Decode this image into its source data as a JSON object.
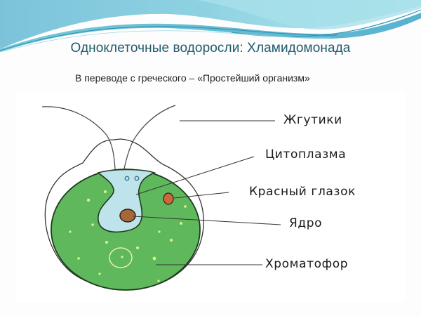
{
  "slide": {
    "title": "Одноклеточные водоросли: Хламидомонада",
    "subtitle": "В переводе с греческого – «Простейший организм»"
  },
  "diagram": {
    "subject": "Хламидомонада",
    "labels": [
      {
        "id": "flagella",
        "text": "Жгутики"
      },
      {
        "id": "cytoplasm",
        "text": "Цитоплазма"
      },
      {
        "id": "eyespot",
        "text": "Красный глазок"
      },
      {
        "id": "nucleus",
        "text": "Ядро"
      },
      {
        "id": "chromatophore",
        "text": "Хроматофор"
      }
    ]
  },
  "colors": {
    "title_text": "#1f5a6b",
    "wave_light": "#a9e2ea",
    "wave_mid": "#6cc6d8",
    "wave_dark": "#3aa7c4",
    "chromatophore_green": "#5cb85a",
    "cytoplasm_blue": "#bfe3ea",
    "nucleus_brown": "#a4683a",
    "eyespot_red": "#c9673f"
  }
}
